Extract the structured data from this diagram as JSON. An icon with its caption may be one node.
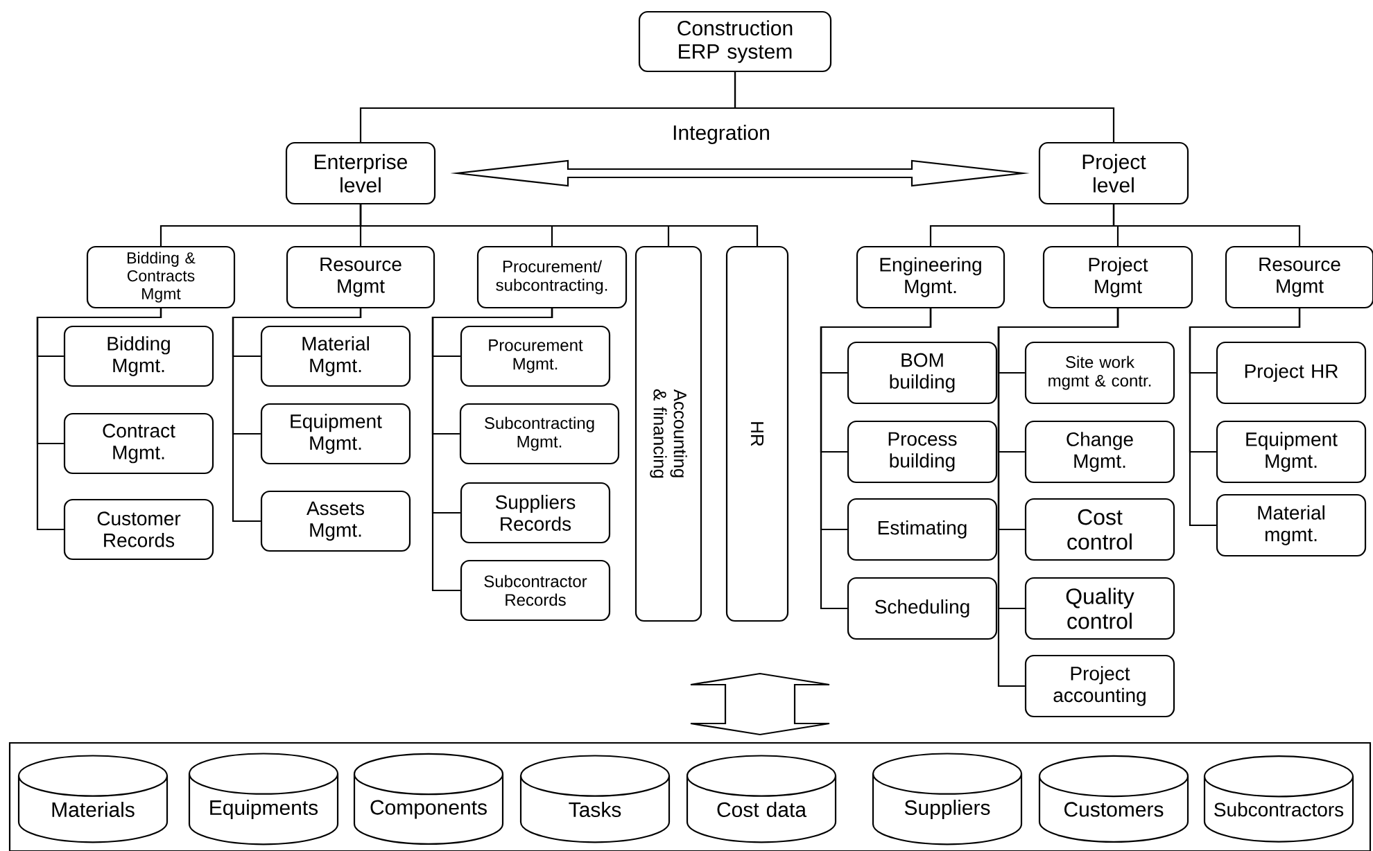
{
  "diagram": {
    "nodes": [
      {
        "text": [
          "Construction ERP system"
        ]
      },
      {
        "text": [
          "Enterprise level"
        ]
      },
      {
        "text": [
          "Project level"
        ]
      },
      {
        "text": [
          "Bidding & Contracts Mgmt"
        ]
      },
      {
        "text": [
          "Resource Mgmt"
        ]
      },
      {
        "text": [
          "Procurement/ subcontracting."
        ]
      },
      {
        "text": [
          "Accounting & financing"
        ]
      },
      {
        "text": [
          "HR"
        ]
      },
      {
        "text": [
          "Bidding Mgmt."
        ]
      },
      {
        "text": [
          "Contract Mgmt."
        ]
      },
      {
        "text": [
          "Customer Records"
        ]
      },
      {
        "text": [
          "Material Mgmt."
        ]
      },
      {
        "text": [
          "Equipment Mgmt."
        ]
      },
      {
        "text": [
          "Assets Mgmt."
        ]
      },
      {
        "text": [
          "Procurement Mgmt."
        ]
      },
      {
        "text": [
          "Subcontracting Mgmt."
        ]
      },
      {
        "text": [
          "Suppliers Records"
        ]
      },
      {
        "text": [
          "Subcontractor Records"
        ]
      },
      {
        "text": [
          "Engineering Mgmt."
        ]
      },
      {
        "text": [
          "Project Mgmt"
        ]
      },
      {
        "text": [
          "Resource Mgmt"
        ]
      },
      {
        "text": [
          "BOM building"
        ]
      },
      {
        "text": [
          "Process building"
        ]
      },
      {
        "text": [
          "Estimating"
        ]
      },
      {
        "text": [
          "Scheduling"
        ]
      },
      {
        "text": [
          "Site work mgmt & contr."
        ]
      },
      {
        "text": [
          "Change Mgmt."
        ]
      },
      {
        "text": [
          "Cost control"
        ]
      },
      {
        "text": [
          "Quality control"
        ]
      },
      {
        "text": [
          "Project accounting"
        ]
      },
      {
        "text": [
          "Project HR"
        ]
      },
      {
        "text": [
          "Equipment Mgmt."
        ]
      },
      {
        "text": [
          "Material mgmt."
        ]
      },
      {
        "text": [],
        "shape": "box"
      },
      {
        "text": [
          "Materials"
        ],
        "in": 33
      },
      {
        "text": [
          "Equipments"
        ],
        "in": 33
      },
      {
        "text": [
          "Components"
        ],
        "in": 33
      },
      {
        "text": [
          "Tasks"
        ],
        "in": 33
      },
      {
        "text": [
          "Cost data"
        ],
        "in": 33
      },
      {
        "text": [
          "Suppliers"
        ],
        "in": 33
      },
      {
        "text": [
          "Customers"
        ],
        "in": 33
      },
      {
        "text": [
          "Subcontractors"
        ],
        "in": 33
      }
    ],
    "edges": [
      {
        "from": 0,
        "to": 1,
        "arrow": "none"
      },
      {
        "from": 0,
        "to": 2,
        "arrow": "none"
      },
      {
        "from": 1,
        "to": 2,
        "arrow": "both",
        "label": "Integration"
      },
      {
        "from": 1,
        "to": 3,
        "arrow": "none"
      },
      {
        "from": 1,
        "to": 4,
        "arrow": "none"
      },
      {
        "from": 1,
        "to": 5,
        "arrow": "none"
      },
      {
        "from": 1,
        "to": 6,
        "arrow": "none"
      },
      {
        "from": 1,
        "to": 7,
        "arrow": "none"
      },
      {
        "from": 3,
        "to": 8,
        "arrow": "none"
      },
      {
        "from": 3,
        "to": 9,
        "arrow": "none"
      },
      {
        "from": 3,
        "to": 10,
        "arrow": "none"
      },
      {
        "from": 4,
        "to": 11,
        "arrow": "none"
      },
      {
        "from": 4,
        "to": 12,
        "arrow": "none"
      },
      {
        "from": 4,
        "to": 13,
        "arrow": "none"
      },
      {
        "from": 5,
        "to": 14,
        "arrow": "none"
      },
      {
        "from": 5,
        "to": 15,
        "arrow": "none"
      },
      {
        "from": 5,
        "to": 16,
        "arrow": "none"
      },
      {
        "from": 5,
        "to": 17,
        "arrow": "none"
      },
      {
        "from": 2,
        "to": 18,
        "arrow": "none"
      },
      {
        "from": 2,
        "to": 19,
        "arrow": "none"
      },
      {
        "from": 2,
        "to": 20,
        "arrow": "none"
      },
      {
        "from": 18,
        "to": 21,
        "arrow": "none"
      },
      {
        "from": 18,
        "to": 22,
        "arrow": "none"
      },
      {
        "from": 18,
        "to": 23,
        "arrow": "none"
      },
      {
        "from": 18,
        "to": 24,
        "arrow": "none"
      },
      {
        "from": 19,
        "to": 25,
        "arrow": "none"
      },
      {
        "from": 19,
        "to": 26,
        "arrow": "none"
      },
      {
        "from": 19,
        "to": 27,
        "arrow": "none"
      },
      {
        "from": 19,
        "to": 28,
        "arrow": "none"
      },
      {
        "from": 19,
        "to": 29,
        "arrow": "none"
      },
      {
        "from": 20,
        "to": 30,
        "arrow": "none"
      },
      {
        "from": 20,
        "to": 31,
        "arrow": "none"
      },
      {
        "from": 20,
        "to": 32,
        "arrow": "none"
      },
      {
        "from": null,
        "to": 33,
        "arrow": "both"
      }
    ]
  }
}
